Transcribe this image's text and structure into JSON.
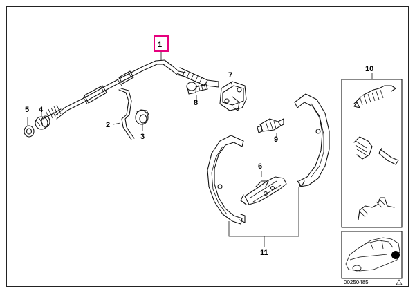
{
  "callouts": {
    "c1": "1",
    "c2": "2",
    "c3": "3",
    "c4": "4",
    "c5": "5",
    "c6": "6",
    "c7": "7",
    "c8": "8",
    "c9": "9",
    "c10": "10",
    "c11": "11"
  },
  "highlight_color": "#e6007e",
  "diagram_code": "00250485"
}
